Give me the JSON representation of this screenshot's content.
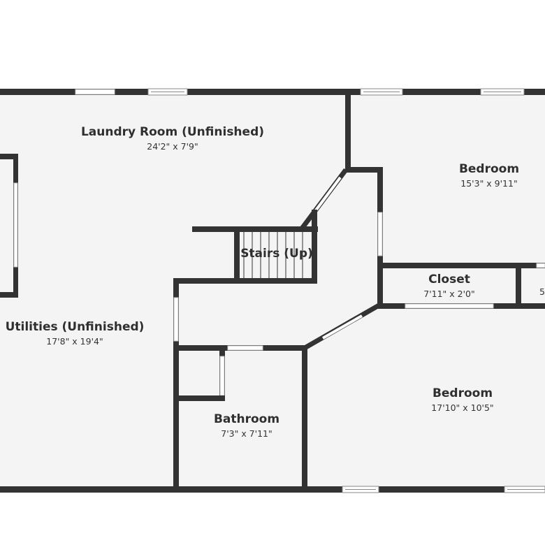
{
  "rooms": {
    "laundry": {
      "name": "Laundry Room (Unfinished)",
      "dims": "24'2\" x 7'9\""
    },
    "bedroom_top": {
      "name": "Bedroom",
      "dims": "15'3\" x 9'11\""
    },
    "stairs": {
      "name": "Stairs (Up)"
    },
    "closet": {
      "name": "Closet",
      "dims": "7'11\" x 2'0\""
    },
    "closet_partial": {
      "dims": "5"
    },
    "utilities": {
      "name": "Utilities (Unfinished)",
      "dims": "17'8\" x 19'4\""
    },
    "bedroom_bottom": {
      "name": "Bedroom",
      "dims": "17'10\" x 10'5\""
    },
    "bathroom": {
      "name": "Bathroom",
      "dims": "7'3\" x 7'11\""
    }
  },
  "colors": {
    "wall": "#333333",
    "floor": "#f4f4f4",
    "background": "#ffffff"
  }
}
